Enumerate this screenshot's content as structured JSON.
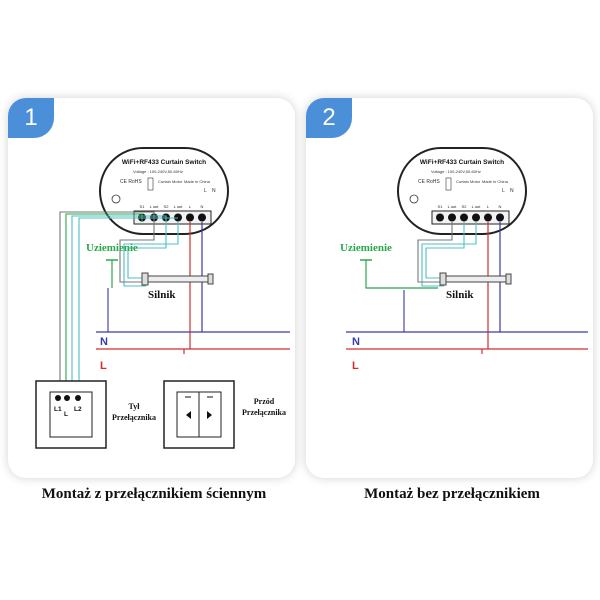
{
  "panels": [
    {
      "number": "1",
      "device": {
        "title": "WiFi+RF433 Curtain Switch",
        "voltage": "Voltage : 100-240V,50-60Hz",
        "certs": "CE RoHS",
        "label": "Curtain Motor",
        "made_in": "Made in China",
        "terminals": [
          "S1",
          "L out",
          "S2",
          "L out",
          "L",
          "N"
        ]
      },
      "ground_label": "Uziemienie",
      "motor_label": "Silnik",
      "neutral_label": "N",
      "live_label": "L",
      "switch_back": {
        "terminals": [
          "L1",
          "L",
          "L2"
        ],
        "caption_line1": "Tył",
        "caption_line2": "Przełącznika"
      },
      "switch_front": {
        "caption_line1": "Przód",
        "caption_line2": "Przełącznika"
      },
      "caption": "Montaż z przełącznikiem ściennym"
    },
    {
      "number": "2",
      "device": {
        "title": "WiFi+RF433 Curtain Switch",
        "voltage": "Voltage : 100-240V,50-60Hz",
        "certs": "CE RoHS",
        "label": "Curtain Motor",
        "made_in": "Made in China",
        "terminals": [
          "S1",
          "L out",
          "S2",
          "L out",
          "L",
          "N"
        ]
      },
      "ground_label": "Uziemienie",
      "motor_label": "Silnik",
      "neutral_label": "N",
      "live_label": "L",
      "caption": "Montaż bez przełącznikiem"
    }
  ],
  "colors": {
    "badge": "#4a8fd8",
    "neutral_wire": "#3a3aa8",
    "live_wire": "#d22d2d",
    "ground_wire": "#2aa84a",
    "teal_wire": "#4cc0c8",
    "grey_wire": "#777777"
  }
}
